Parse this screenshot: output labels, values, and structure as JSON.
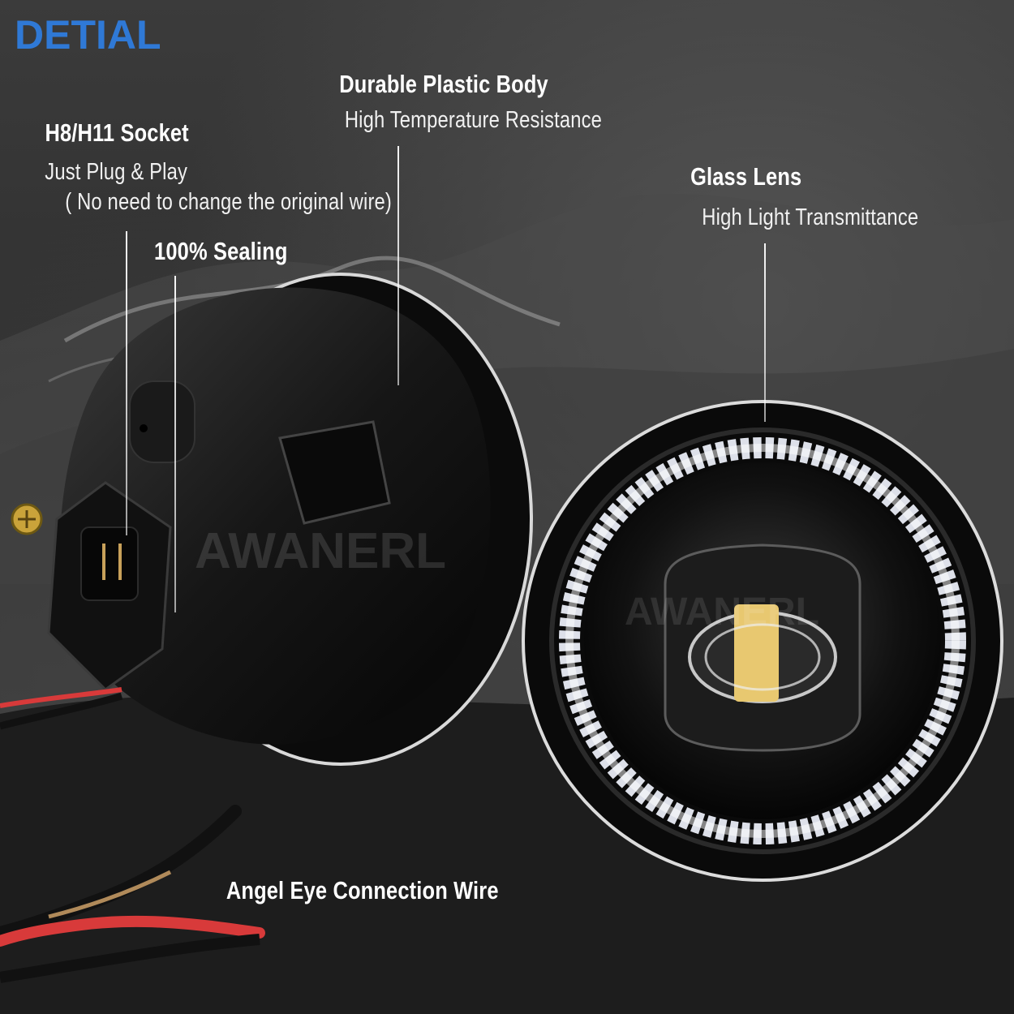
{
  "header": {
    "title": "DETIAL"
  },
  "callouts": {
    "body": {
      "heading": "Durable Plastic Body",
      "detail": "High Temperature Resistance"
    },
    "socket": {
      "heading": "H8/H11 Socket",
      "detail_line1": "Just Plug & Play",
      "detail_line2": "( No need to change the original wire)"
    },
    "sealing": {
      "heading": "100% Sealing"
    },
    "lens": {
      "heading": "Glass Lens",
      "detail": "High Light Transmittance"
    },
    "wire": {
      "heading": "Angel Eye Connection Wire"
    }
  },
  "watermark": "AWANERL",
  "colors": {
    "title": "#2f79d6",
    "text": "#ffffff",
    "wire_red": "#d83a3a",
    "led": "#f4f6ff"
  }
}
